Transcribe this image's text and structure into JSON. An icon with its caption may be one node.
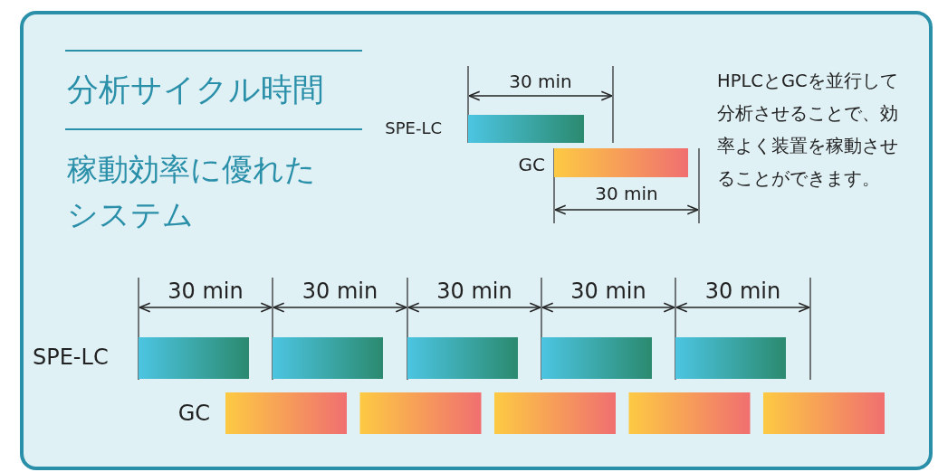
{
  "diagram": {
    "title": "分析サイクル時間",
    "nodes": [
      {
        "text": [],
        "shape": "bar"
      },
      {
        "text": [],
        "shape": "bar"
      },
      {
        "text": [],
        "shape": "bar"
      },
      {
        "text": [],
        "shape": "bar"
      },
      {
        "text": [],
        "shape": "bar"
      },
      {
        "text": [],
        "shape": "bar"
      },
      {
        "text": [],
        "shape": "bar"
      },
      {
        "text": [],
        "shape": "bar"
      },
      {
        "text": [],
        "shape": "bar"
      },
      {
        "text": [],
        "shape": "bar"
      },
      {
        "text": [],
        "shape": "bar"
      },
      {
        "text": [],
        "shape": "bar"
      }
    ],
    "labels": [
      "稼動効率に優れたシステム",
      "30 min",
      "SPE-LC",
      "GC",
      "30 min",
      "HPLCとGCを並行して分析させることで、効率よく装置を稼動させることができます。",
      "30 min",
      "30 min",
      "30 min",
      "30 min",
      "30 min",
      "SPE-LC",
      "GC"
    ]
  }
}
